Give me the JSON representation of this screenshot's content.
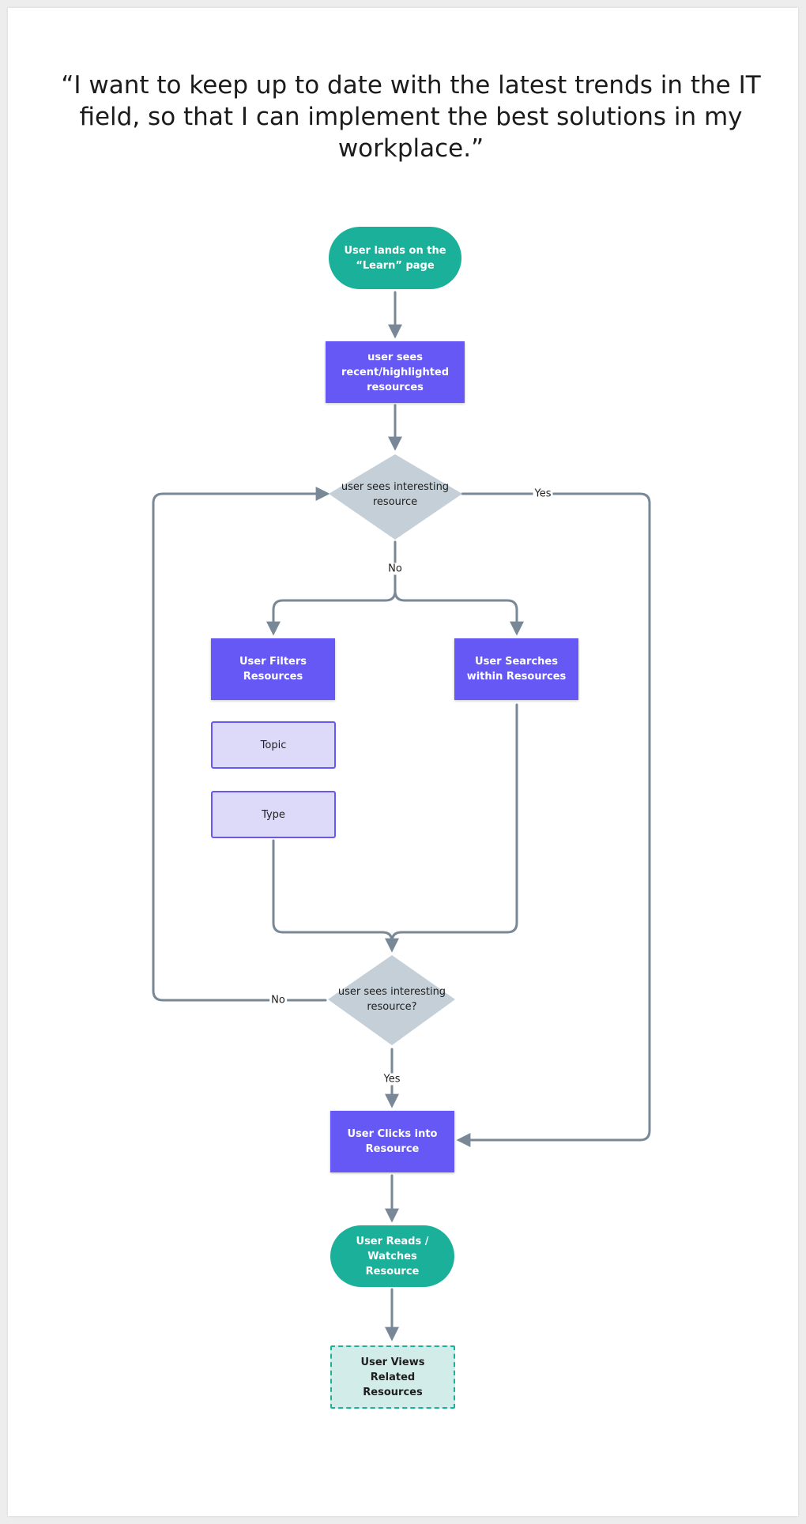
{
  "quote": "“I want to keep up to date with the latest trends in the IT field, so that I can implement the best solutions in my workplace.”",
  "colors": {
    "terminal": "#1bb09a",
    "process": "#6558f5",
    "option_fill": "#dddaf9",
    "decision": "#c5cfd8",
    "edge": "#788896",
    "related_fill": "#d2ece9"
  },
  "nodes": {
    "start": "User lands on the “Learn” page",
    "recent": "user sees recent/highlighted resources",
    "decision1": "user sees interesting resource",
    "filters": "User Filters Resources",
    "search": "User Searches within Resources",
    "topic": "Topic",
    "type": "Type",
    "decision2": "user sees interesting resource?",
    "clicks": "User Clicks into Resource",
    "reads": "User Reads / Watches Resource",
    "related": "User Views Related Resources"
  },
  "edge_labels": {
    "d1_yes": "Yes",
    "d1_no": "No",
    "d2_no": "No",
    "d2_yes": "Yes"
  }
}
